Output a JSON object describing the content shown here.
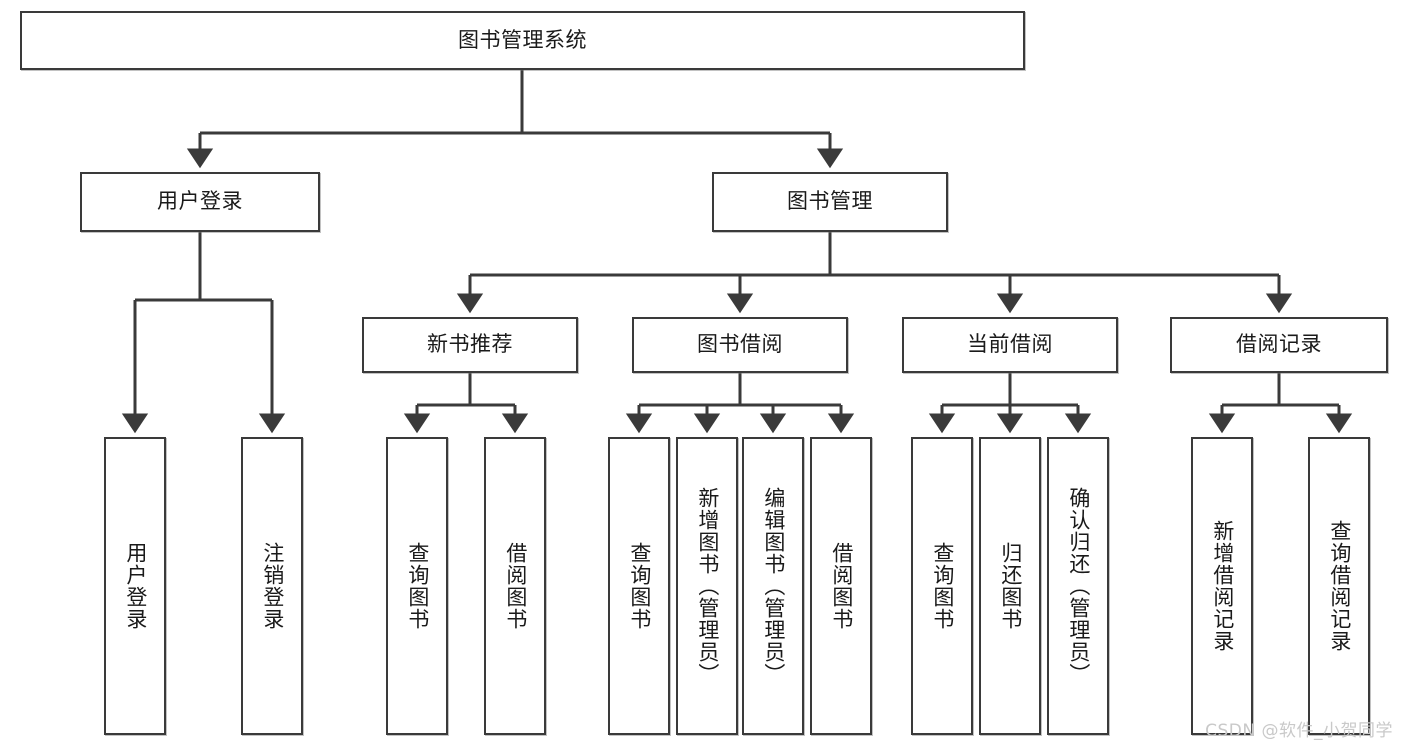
{
  "diagram": {
    "title": "图书管理系统",
    "type": "hierarchy-tree",
    "orientation": "top-down",
    "levels": 4,
    "colors": {
      "box_border": "#3a3a3a",
      "box_fill": "#ffffff",
      "connector": "#3a3a3a",
      "text": "#1a1a1a",
      "watermark": "#c9c9c9"
    },
    "root": {
      "id": "root",
      "label": "图书管理系统",
      "text_direction": "horizontal"
    },
    "level2": [
      {
        "id": "user-login",
        "label": "用户登录",
        "text_direction": "horizontal"
      },
      {
        "id": "book-management",
        "label": "图书管理",
        "text_direction": "horizontal"
      }
    ],
    "level3": [
      {
        "id": "new-book-recommend",
        "label": "新书推荐",
        "parent": "book-management",
        "text_direction": "horizontal"
      },
      {
        "id": "book-borrow",
        "label": "图书借阅",
        "parent": "book-management",
        "text_direction": "horizontal"
      },
      {
        "id": "current-borrow",
        "label": "当前借阅",
        "parent": "book-management",
        "text_direction": "horizontal"
      },
      {
        "id": "borrow-record",
        "label": "借阅记录",
        "parent": "book-management",
        "text_direction": "horizontal"
      }
    ],
    "leaves": [
      {
        "id": "leaf-user-login",
        "label": "用户登录",
        "parent": "user-login",
        "text_direction": "vertical"
      },
      {
        "id": "leaf-logout",
        "label": "注销登录",
        "parent": "user-login",
        "text_direction": "vertical"
      },
      {
        "id": "leaf-query-book-1",
        "label": "查询图书",
        "parent": "new-book-recommend",
        "text_direction": "vertical"
      },
      {
        "id": "leaf-borrow-book-1",
        "label": "借阅图书",
        "parent": "new-book-recommend",
        "text_direction": "vertical"
      },
      {
        "id": "leaf-query-book-2",
        "label": "查询图书",
        "parent": "book-borrow",
        "text_direction": "vertical"
      },
      {
        "id": "leaf-add-book",
        "label": "新增图书（管理员）",
        "parent": "book-borrow",
        "text_direction": "vertical"
      },
      {
        "id": "leaf-edit-book",
        "label": "编辑图书（管理员）",
        "parent": "book-borrow",
        "text_direction": "vertical"
      },
      {
        "id": "leaf-borrow-book-2",
        "label": "借阅图书",
        "parent": "book-borrow",
        "text_direction": "vertical"
      },
      {
        "id": "leaf-query-book-3",
        "label": "查询图书",
        "parent": "current-borrow",
        "text_direction": "vertical"
      },
      {
        "id": "leaf-return-book",
        "label": "归还图书",
        "parent": "current-borrow",
        "text_direction": "vertical"
      },
      {
        "id": "leaf-confirm-return",
        "label": "确认归还（管理员）",
        "parent": "current-borrow",
        "text_direction": "vertical"
      },
      {
        "id": "leaf-add-record",
        "label": "新增借阅记录",
        "parent": "borrow-record",
        "text_direction": "vertical"
      },
      {
        "id": "leaf-query-record",
        "label": "查询借阅记录",
        "parent": "borrow-record",
        "text_direction": "vertical"
      }
    ]
  },
  "watermark": {
    "text": "CSDN @软件_小贺同学"
  }
}
